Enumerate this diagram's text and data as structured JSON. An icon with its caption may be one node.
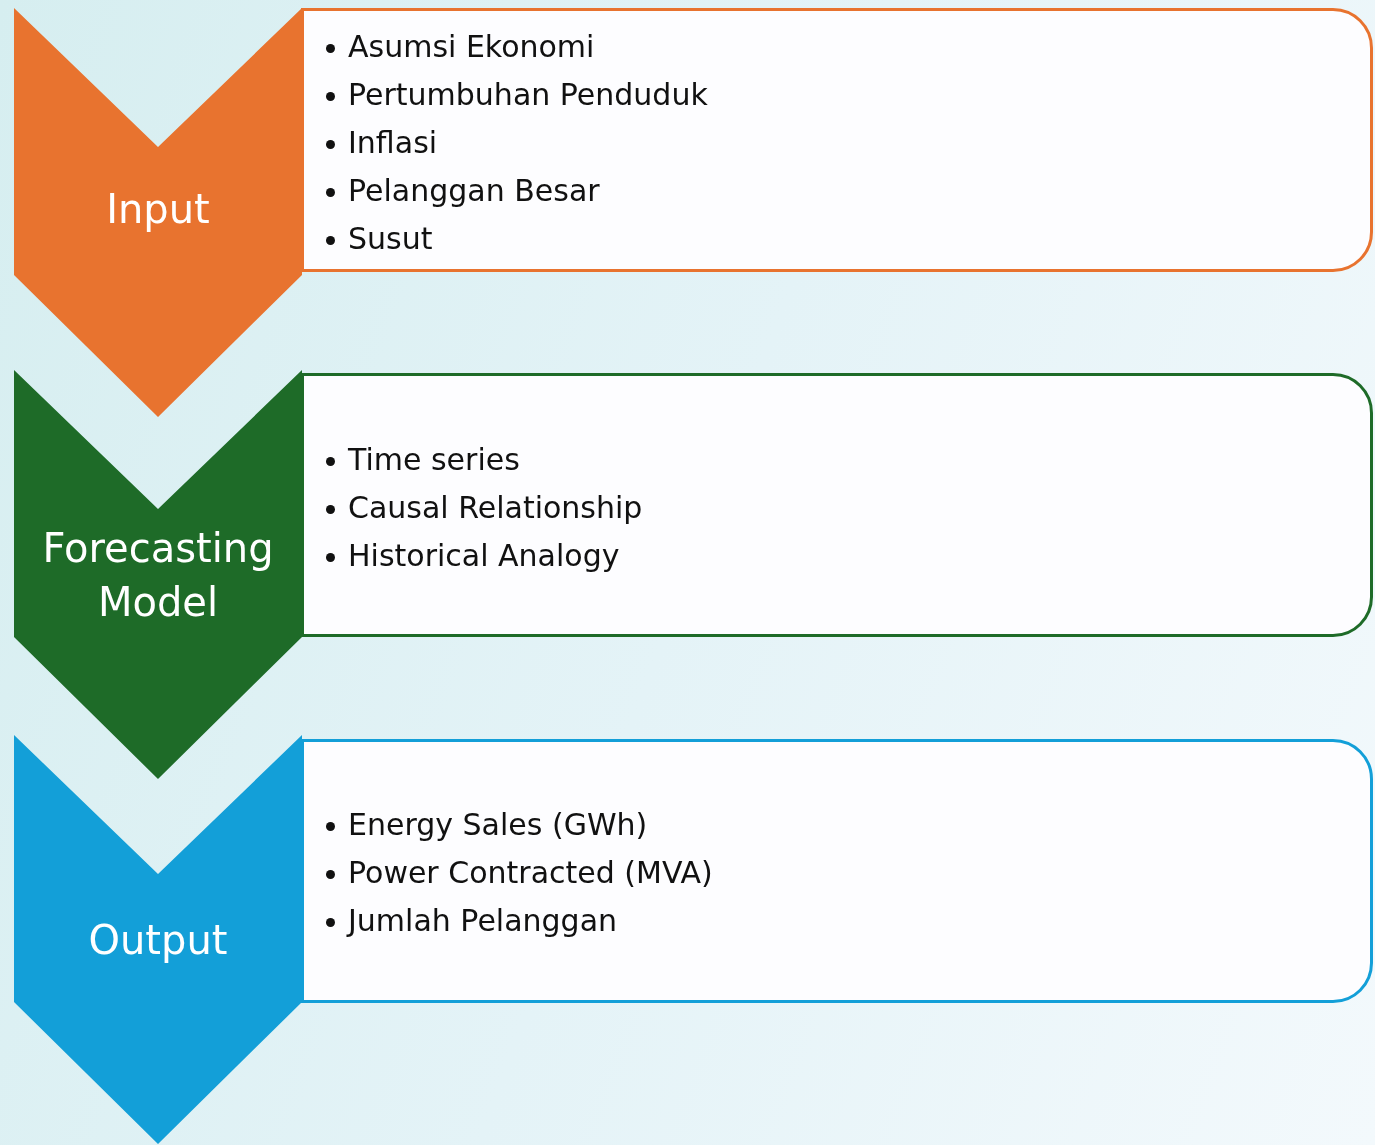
{
  "diagram": {
    "nodes": [
      {
        "text": [
          "Input"
        ]
      },
      {
        "text": [
          "Asumsi Ekonomi",
          "Pertumbuhan Penduduk",
          "Inflasi",
          "Pelanggan Besar",
          "Susut"
        ]
      },
      {
        "text": [
          "Forecasting Model"
        ]
      },
      {
        "text": [
          "Time series",
          "Causal Relationship",
          "Historical Analogy"
        ]
      },
      {
        "text": [
          "Output"
        ]
      },
      {
        "text": [
          "Energy Sales (GWh)",
          "Power Contracted (MVA)",
          "Jumlah Pelanggan"
        ]
      }
    ]
  }
}
